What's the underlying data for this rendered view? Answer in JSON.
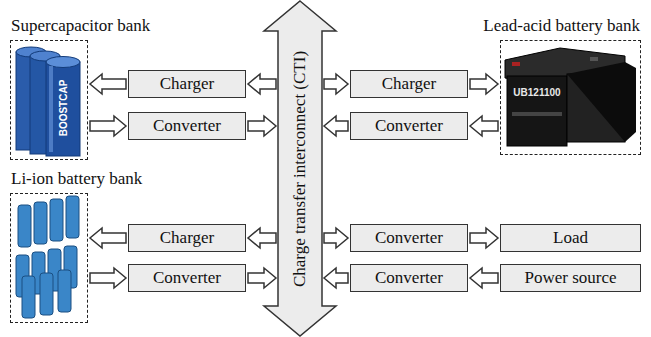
{
  "diagram": {
    "nodes": [
      {
        "text": [
          "Supercapacitor bank"
        ]
      },
      {
        "text": [
          "Charger"
        ]
      },
      {
        "text": [
          "Converter"
        ]
      },
      {
        "text": [
          "Charge transfer interconnect (CTI)"
        ]
      },
      {
        "text": [
          "Charger"
        ]
      },
      {
        "text": [
          "Converter"
        ]
      },
      {
        "text": [
          "Lead-acid battery bank"
        ]
      },
      {
        "text": [
          "Li-ion battery bank"
        ]
      },
      {
        "text": [
          "Charger"
        ]
      },
      {
        "text": [
          "Converter"
        ]
      },
      {
        "text": [
          "Converter"
        ]
      },
      {
        "text": [
          "Load"
        ]
      },
      {
        "text": [
          "Converter"
        ]
      },
      {
        "text": [
          "Power source"
        ]
      }
    ],
    "edges": [
      {
        "from": 3,
        "to": 1,
        "arrow": "to"
      },
      {
        "from": 1,
        "to": 0,
        "arrow": "to"
      },
      {
        "from": 0,
        "to": 2,
        "arrow": "to"
      },
      {
        "from": 2,
        "to": 3,
        "arrow": "to"
      },
      {
        "from": 3,
        "to": 4,
        "arrow": "to"
      },
      {
        "from": 4,
        "to": 6,
        "arrow": "to"
      },
      {
        "from": 6,
        "to": 5,
        "arrow": "to"
      },
      {
        "from": 5,
        "to": 3,
        "arrow": "to"
      },
      {
        "from": 3,
        "to": 8,
        "arrow": "to"
      },
      {
        "from": 8,
        "to": 7,
        "arrow": "to"
      },
      {
        "from": 7,
        "to": 9,
        "arrow": "to"
      },
      {
        "from": 9,
        "to": 3,
        "arrow": "to"
      },
      {
        "from": 3,
        "to": 10,
        "arrow": "to"
      },
      {
        "from": 10,
        "to": 11,
        "arrow": "to"
      },
      {
        "from": 13,
        "to": 12,
        "arrow": "to"
      },
      {
        "from": 12,
        "to": 3,
        "arrow": "to"
      }
    ],
    "labels": [
      "BOOSTCAP",
      "UB121100"
    ]
  }
}
